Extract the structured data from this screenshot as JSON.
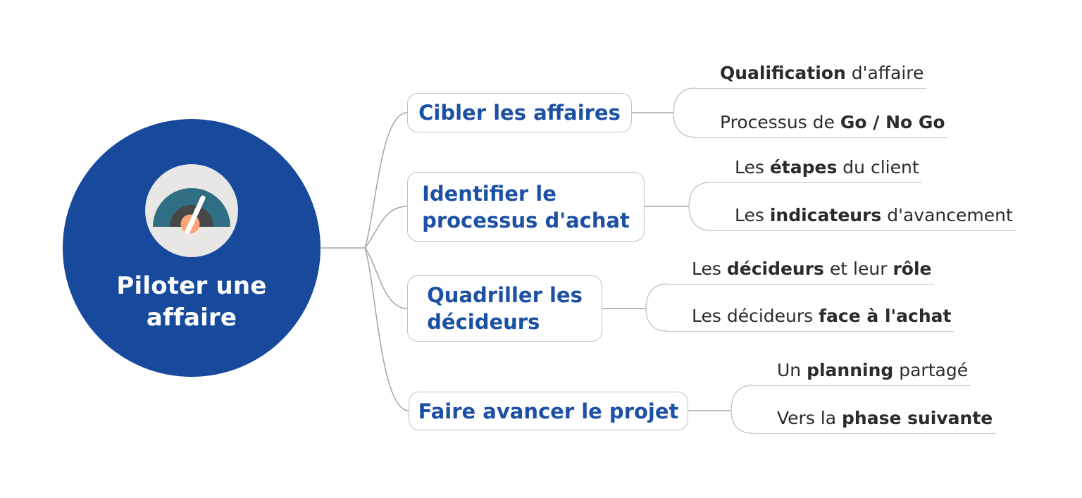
{
  "diagram": {
    "type": "mindmap",
    "root": {
      "label_lines": [
        "Piloter une",
        "affaire"
      ],
      "icon": "gauge-icon"
    },
    "branches": [
      {
        "label_lines": [
          "Cibler les affaires"
        ],
        "leaves": [
          {
            "segments": [
              {
                "text": "Qualification",
                "bold": true
              },
              {
                "text": " d'affaire",
                "bold": false
              }
            ]
          },
          {
            "segments": [
              {
                "text": "Processus de ",
                "bold": false
              },
              {
                "text": "Go / No Go",
                "bold": true
              }
            ]
          }
        ]
      },
      {
        "label_lines": [
          "Identifier le",
          "processus d'achat"
        ],
        "leaves": [
          {
            "segments": [
              {
                "text": "Les ",
                "bold": false
              },
              {
                "text": "étapes",
                "bold": true
              },
              {
                "text": " du client",
                "bold": false
              }
            ]
          },
          {
            "segments": [
              {
                "text": "Les ",
                "bold": false
              },
              {
                "text": "indicateurs",
                "bold": true
              },
              {
                "text": " d'avancement",
                "bold": false
              }
            ]
          }
        ]
      },
      {
        "label_lines": [
          "Quadriller les",
          "décideurs"
        ],
        "leaves": [
          {
            "segments": [
              {
                "text": "Les ",
                "bold": false
              },
              {
                "text": "décideurs",
                "bold": true
              },
              {
                "text": " et leur ",
                "bold": false
              },
              {
                "text": "rôle",
                "bold": true
              }
            ]
          },
          {
            "segments": [
              {
                "text": "Les décideurs ",
                "bold": false
              },
              {
                "text": "face à l'achat",
                "bold": true
              }
            ]
          }
        ]
      },
      {
        "label_lines": [
          "Faire avancer le projet"
        ],
        "leaves": [
          {
            "segments": [
              {
                "text": "Un ",
                "bold": false
              },
              {
                "text": "planning",
                "bold": true
              },
              {
                "text": " partagé",
                "bold": false
              }
            ]
          },
          {
            "segments": [
              {
                "text": "Vers la ",
                "bold": false
              },
              {
                "text": "phase suivante",
                "bold": true
              }
            ]
          }
        ]
      }
    ],
    "colors": {
      "root_fill": "#174A9C",
      "node_text": "#1C50A5",
      "node_border": "#C2C2C2",
      "connector": "#A3A3A3",
      "bracket": "#C9C9C9",
      "underline": "#C8C8C8",
      "leaf_text": "#2B2B2B",
      "gauge_light": "#E9E7E5",
      "gauge_teal": "#2F6E83",
      "gauge_dark": "#474747",
      "gauge_orange": "#FBA474"
    }
  }
}
